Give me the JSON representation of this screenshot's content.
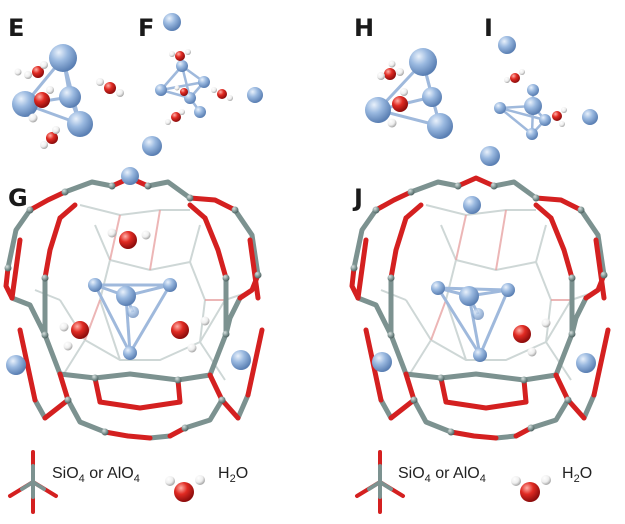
{
  "panels": {
    "E": "E",
    "F": "F",
    "G": "G",
    "H": "H",
    "I": "I",
    "J": "J"
  },
  "legend_left": {
    "framework_main": "SiO",
    "framework_sub1": "4",
    "framework_mid": " or AlO",
    "framework_sub2": "4",
    "water_main": "H",
    "water_sub": "2",
    "water_end": "O"
  },
  "legend_right": {
    "framework_main": "SiO",
    "framework_sub1": "4",
    "framework_mid": " or AlO",
    "framework_sub2": "4",
    "water_main": "H",
    "water_sub": "2",
    "water_end": "O"
  },
  "colors": {
    "cation": "#8fb0dc",
    "cation_stroke": "#5f86bd",
    "oxygen_red": "#d42020",
    "hydrogen": "#f4f4f4",
    "framework_gray": "#7c9290",
    "framework_light": "#c9d3d2"
  }
}
